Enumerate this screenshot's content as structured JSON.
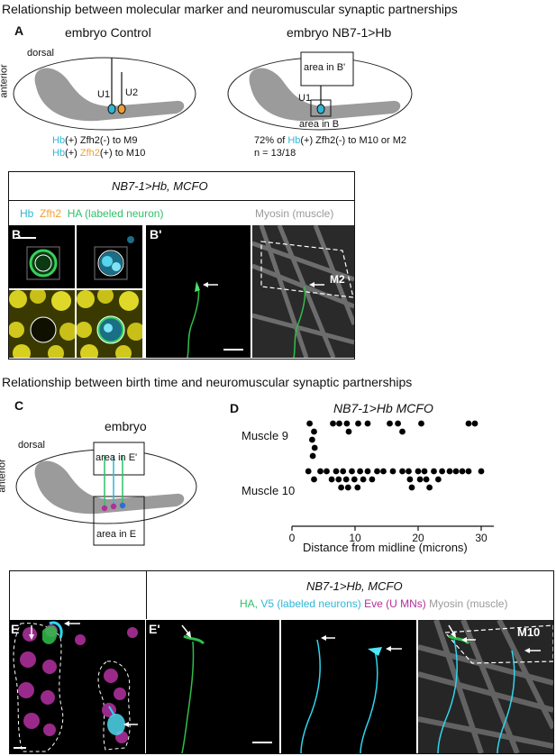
{
  "section1": {
    "title": "Relationship between molecular marker and neuromuscular synaptic partnerships",
    "panel_label": "A",
    "orient_dorsal": "dorsal",
    "orient_anterior": "anterior",
    "control": {
      "title": "embryo Control",
      "u1": "U1",
      "u2": "U2",
      "line1": {
        "hb": "Hb",
        "mid": "(+) Zfh2(-) to M9"
      },
      "line2": {
        "hb": "Hb",
        "mid1": "(+) ",
        "zfh": "Zfh2",
        "mid2": "(+)  to M10"
      }
    },
    "nb71": {
      "title": "embryo NB7-1>Hb",
      "area_b_prime": "area in B'",
      "u1": "U1",
      "area_b": "area in B",
      "line1": {
        "pre": "72% of  ",
        "hb": "Hb",
        "post": "(+) Zfh2(-) to M10 or M2"
      },
      "line2": "n = 13/18"
    }
  },
  "panelB": {
    "header": "NB7-1>Hb, MCFO",
    "legend": {
      "hb": "Hb",
      "zfh2": "Zfh2",
      "ha": "HA (labeled neuron)",
      "myosin": "Myosin (muscle)"
    },
    "label_b": "B",
    "label_b_prime": "B'",
    "m2": "M2"
  },
  "section2": {
    "title": "Relationship between birth time and neuromuscular synaptic partnerships",
    "panel_label": "C",
    "embryo": "embryo",
    "orient_dorsal": "dorsal",
    "orient_anterior": "anterior",
    "area_e_prime": "area in E'",
    "area_e": "area in E"
  },
  "chart_data": {
    "type": "scatter",
    "panel_label": "D",
    "title": "NB7-1>Hb MCFO",
    "xlabel": "Distance from midline (microns)",
    "ylabel": "",
    "xlim": [
      0,
      32
    ],
    "xticks": [
      0,
      10,
      20,
      30
    ],
    "categories": [
      "Muscle 9",
      "Muscle 10"
    ],
    "series": [
      {
        "name": "Muscle 9",
        "points": [
          [
            2.8,
            0
          ],
          [
            3.5,
            0
          ],
          [
            3.2,
            0
          ],
          [
            3.6,
            0
          ],
          [
            3.3,
            0
          ],
          [
            6.5,
            0
          ],
          [
            7.5,
            0
          ],
          [
            8.7,
            0
          ],
          [
            9.0,
            0
          ],
          [
            10.5,
            0
          ],
          [
            12.0,
            0
          ],
          [
            15.5,
            0
          ],
          [
            16.8,
            0
          ],
          [
            17.5,
            0
          ],
          [
            20.5,
            0
          ],
          [
            28.0,
            0
          ],
          [
            29.0,
            0
          ]
        ]
      },
      {
        "name": "Muscle 10",
        "points": [
          [
            2.6,
            1
          ],
          [
            3.5,
            1
          ],
          [
            4.5,
            1
          ],
          [
            5.5,
            1
          ],
          [
            6.3,
            1
          ],
          [
            7.0,
            1
          ],
          [
            7.4,
            1
          ],
          [
            7.8,
            1
          ],
          [
            8.1,
            1
          ],
          [
            8.6,
            1
          ],
          [
            8.9,
            1
          ],
          [
            9.5,
            1
          ],
          [
            9.9,
            1
          ],
          [
            10.4,
            1
          ],
          [
            10.8,
            1
          ],
          [
            11.3,
            1
          ],
          [
            12.0,
            1
          ],
          [
            12.7,
            1
          ],
          [
            13.5,
            1
          ],
          [
            14.5,
            1
          ],
          [
            16.0,
            1
          ],
          [
            17.5,
            1
          ],
          [
            18.5,
            1
          ],
          [
            18.7,
            1
          ],
          [
            19.0,
            1
          ],
          [
            20.0,
            1
          ],
          [
            20.3,
            1
          ],
          [
            21.0,
            1
          ],
          [
            21.3,
            1
          ],
          [
            21.8,
            1
          ],
          [
            22.5,
            1
          ],
          [
            23.2,
            1
          ],
          [
            23.8,
            1
          ],
          [
            25.0,
            1
          ],
          [
            26.0,
            1
          ],
          [
            27.0,
            1
          ],
          [
            28.0,
            1
          ],
          [
            30.0,
            1
          ]
        ]
      }
    ]
  },
  "panelE": {
    "header": "NB7-1>Hb, MCFO",
    "legend": {
      "ha": "HA,",
      "v5": "V5 (labeled neurons)",
      "eve": "Eve (U MNs)",
      "myosin": "Myosin (muscle)"
    },
    "label_e": "E",
    "label_e_prime": "E'",
    "m10": "M10"
  },
  "colors": {
    "cyan": "#2fb7d6",
    "orange": "#f0a030",
    "green": "#2fbf6a",
    "magenta": "#b0309a",
    "gray": "#9a9a9a",
    "embryo_gray": "#9b9b9b"
  }
}
